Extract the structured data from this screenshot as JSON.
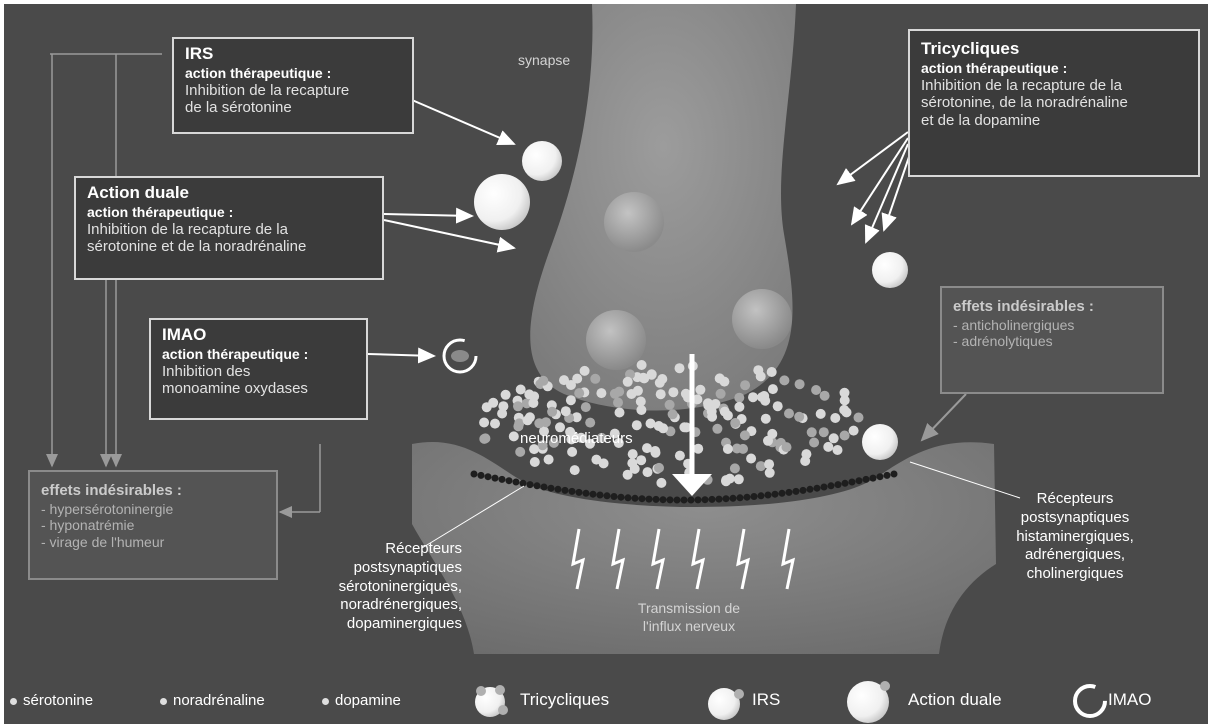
{
  "boxes": {
    "irs": {
      "title": "IRS",
      "subtitle": "action thérapeutique :",
      "lines": [
        "Inhibition de la recapture",
        "de la sérotonine"
      ]
    },
    "duale": {
      "title": "Action duale",
      "subtitle": "action thérapeutique :",
      "lines": [
        "Inhibition de la recapture de la",
        "sérotonine et de la noradrénaline"
      ]
    },
    "imao": {
      "title": "IMAO",
      "subtitle": "action thérapeutique :",
      "lines": [
        "Inhibition des",
        "monoamine oxydases"
      ]
    },
    "tricycliques": {
      "title": "Tricycliques",
      "subtitle": "action thérapeutique :",
      "lines": [
        "Inhibition de la recapture de la",
        "sérotonine, de la noradrénaline",
        "et de la dopamine"
      ]
    },
    "effets_gauche": {
      "title": "effets indésirables :",
      "items": [
        "- hypersérotoninergie",
        "- hyponatrémie",
        "- virage de l'humeur"
      ]
    },
    "effets_droite": {
      "title": "effets indésirables :",
      "items": [
        "- anticholinergiques",
        "- adrénolytiques"
      ]
    }
  },
  "labels": {
    "synapse": "synapse",
    "neuromediateurs": "neuromédiateurs",
    "recepteurs_gauche": [
      "Récepteurs",
      "postsynaptiques",
      "sérotoninergiques,",
      "noradrénergiques,",
      "dopaminergiques"
    ],
    "recepteurs_droite": [
      "Récepteurs",
      "postsynaptiques",
      "histaminergiques,",
      "adrénergiques,",
      "cholinergiques"
    ],
    "transmission": [
      "Transmission de",
      "l'influx nerveux"
    ]
  },
  "legend": {
    "serotonine": "sérotonine",
    "noradrenaline": "noradrénaline",
    "dopamine": "dopamine",
    "tricycliques": "Tricycliques",
    "irs": "IRS",
    "action_duale": "Action duale",
    "imao": "IMAO"
  },
  "colors": {
    "background": "#4a4a4a",
    "box_fill": "#3b3b3b",
    "box_border": "#d8d8d8",
    "neurotransmitter": "#d9d9d9",
    "membrane_dots": "#1e1e1e"
  }
}
